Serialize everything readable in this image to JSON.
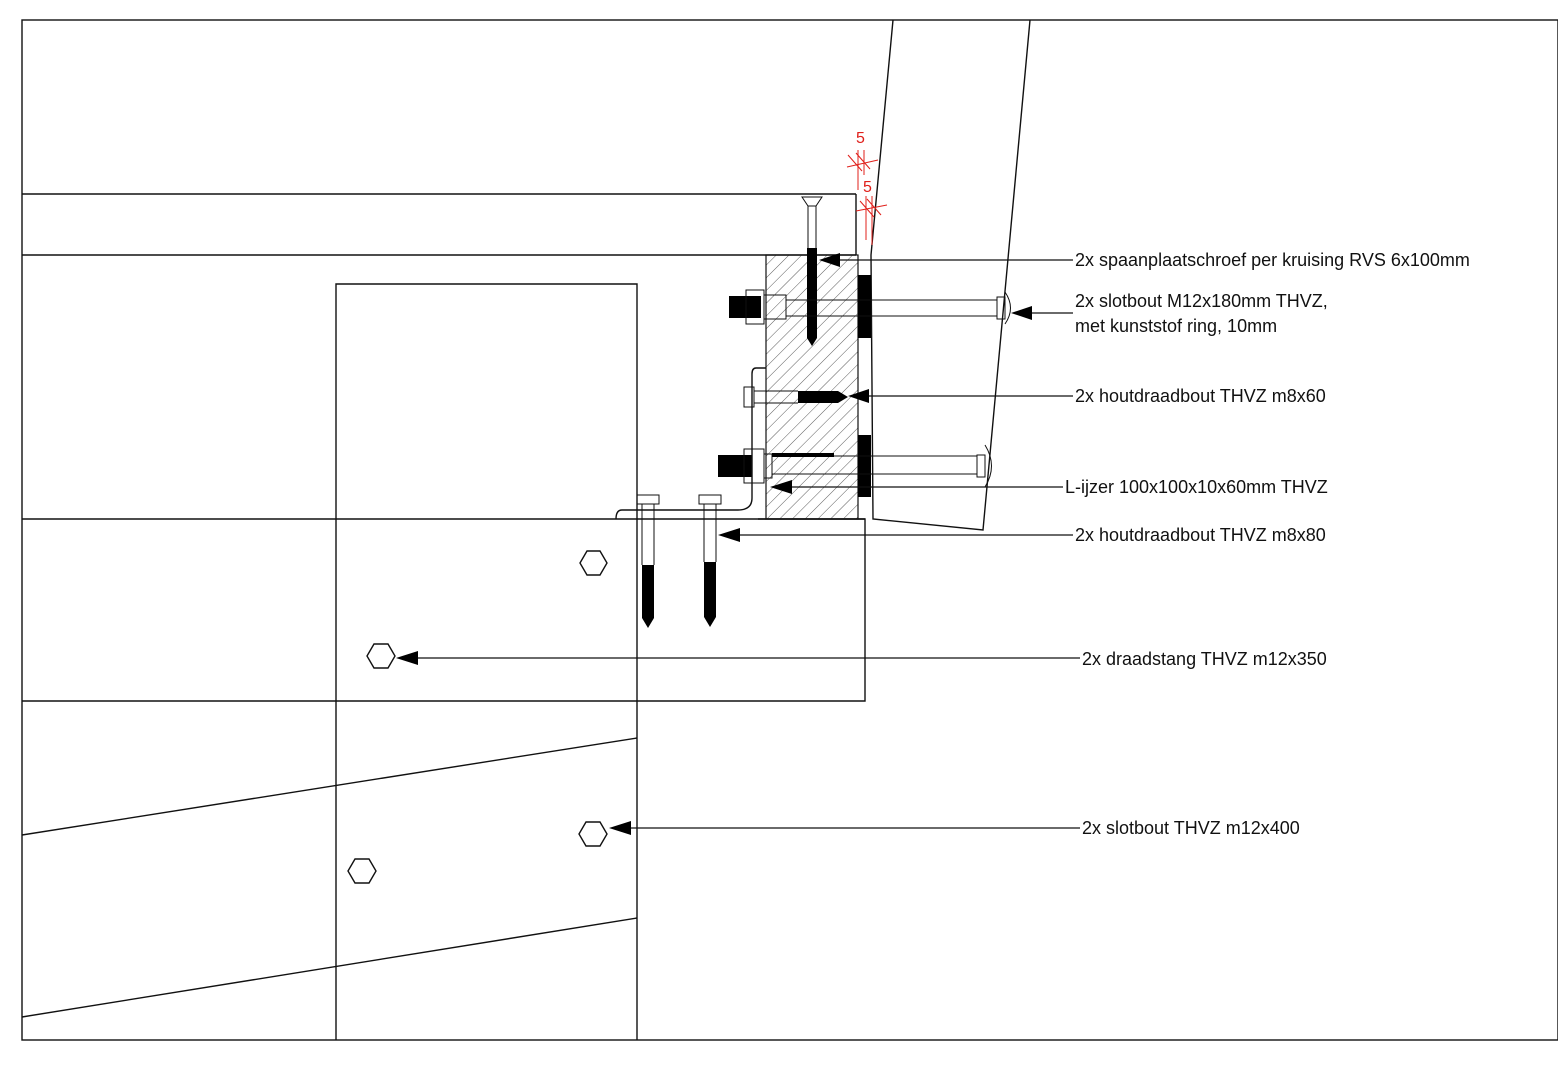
{
  "labels": {
    "spaanplaatschroef": "2x spaanplaatschroef per kruising RVS 6x100mm",
    "slotbout_line1": "2x slotbout M12x180mm THVZ,",
    "slotbout_line2": "met kunststof ring, 10mm",
    "houtdraadbout_60": "2x houtdraadbout THVZ m8x60",
    "l_ijzer": "L-ijzer 100x100x10x60mm THVZ",
    "houtdraadbout_80": "2x houtdraadbout THVZ m8x80",
    "draadstang": "2x draadstang THVZ m12x350",
    "slotbout_400": "2x slotbout THVZ m12x400"
  },
  "dimensions": {
    "gap_top": "5",
    "gap_bottom": "5"
  },
  "colors": {
    "line": "#111111",
    "dimension": "#e0201b",
    "background": "#ffffff"
  }
}
